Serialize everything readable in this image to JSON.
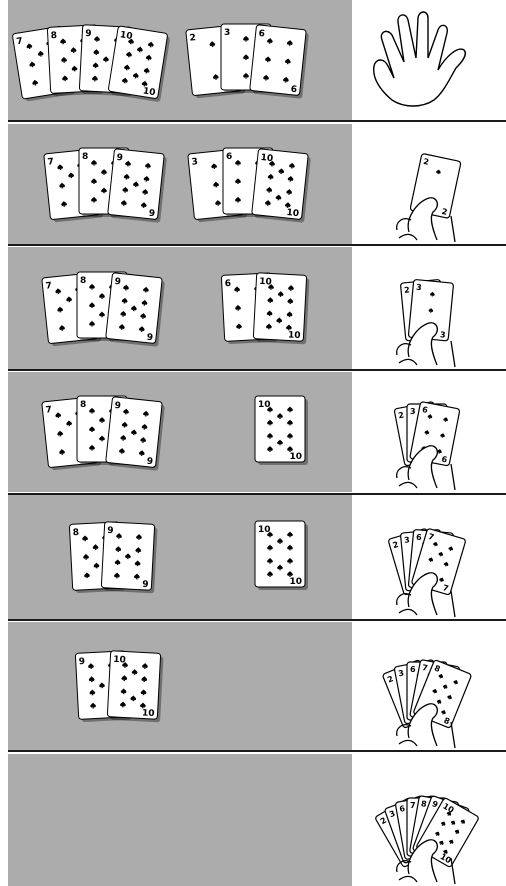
{
  "rows": [
    {
      "stage": 1,
      "left_pile": [
        "7",
        "8",
        "9",
        "10"
      ],
      "right_pile": [
        "2",
        "3",
        "6"
      ],
      "hand_cards": []
    },
    {
      "stage": 2,
      "left_pile": [
        "7",
        "8",
        "9"
      ],
      "right_pile": [
        "3",
        "6",
        "10"
      ],
      "hand_cards": [
        "2"
      ]
    },
    {
      "stage": 3,
      "left_pile": [
        "7",
        "8",
        "9"
      ],
      "right_pile": [
        "6",
        "10"
      ],
      "hand_cards": [
        "2",
        "3"
      ]
    },
    {
      "stage": 4,
      "left_pile": [
        "7",
        "8",
        "9"
      ],
      "right_pile": [
        "10"
      ],
      "hand_cards": [
        "2",
        "3",
        "6"
      ]
    },
    {
      "stage": 5,
      "left_pile": [
        "8",
        "9"
      ],
      "right_pile": [
        "10"
      ],
      "hand_cards": [
        "2",
        "3",
        "6",
        "7"
      ]
    },
    {
      "stage": 6,
      "left_pile": [
        "9",
        "10"
      ],
      "right_pile": [],
      "hand_cards": [
        "2",
        "3",
        "6",
        "7",
        "8"
      ]
    },
    {
      "stage": 7,
      "left_pile": [],
      "right_pile": [],
      "hand_cards": [
        "2",
        "3",
        "6",
        "7",
        "8",
        "9",
        "10"
      ]
    }
  ],
  "suit": "spades",
  "icons": {
    "card": "playing-card-icon",
    "hand": "hand-icon",
    "suit": "spade-icon"
  },
  "colors": {
    "table": "#acacac",
    "card": "#ffffff",
    "ink": "#000000",
    "divider": "#1a1a1a"
  }
}
